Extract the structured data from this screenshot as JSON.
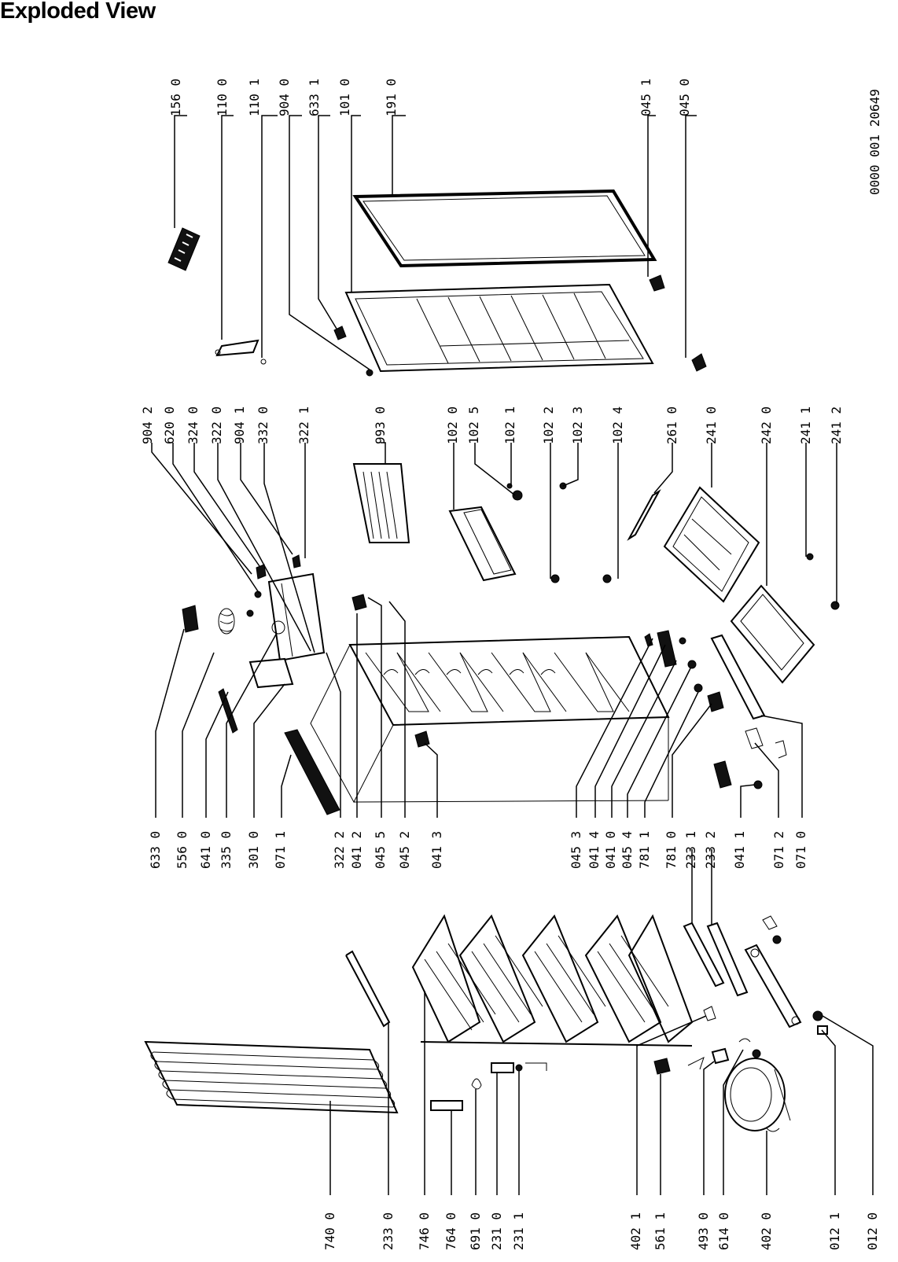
{
  "title": "Exploded View",
  "document_number": "0000 001 20649",
  "callouts_top_row": [
    "156 0",
    "110 0",
    "110 1",
    "904 0",
    "633 1",
    "101 0",
    "191 0",
    "045 1",
    "045 0"
  ],
  "callouts_upper_mid_row": [
    "904 2",
    "620 0",
    "324 0",
    "322 0",
    "904 1",
    "332 0",
    "322 1",
    "993 0",
    "102 0",
    "102 5",
    "102 1",
    "102 2",
    "102 3",
    "102 4",
    "261 0",
    "241 0",
    "242 0",
    "241 1",
    "241 2"
  ],
  "callouts_lower_mid_row": [
    "633 0",
    "556 0",
    "641 0",
    "335 0",
    "301 0",
    "071 1",
    "322 2",
    "041 2",
    "045 5",
    "045 2",
    "041 3",
    "045 3",
    "041 4",
    "041 0",
    "045 4",
    "781 1",
    "781 0",
    "233 1",
    "233 2",
    "041 1",
    "071 2",
    "071 0"
  ],
  "callouts_bottom_row": [
    "740 0",
    "233 0",
    "746 0",
    "764 0",
    "691 0",
    "231 0",
    "231 1",
    "402 1",
    "561 1",
    "493 0",
    "614 0",
    "402 0",
    "012 1",
    "012 0"
  ]
}
